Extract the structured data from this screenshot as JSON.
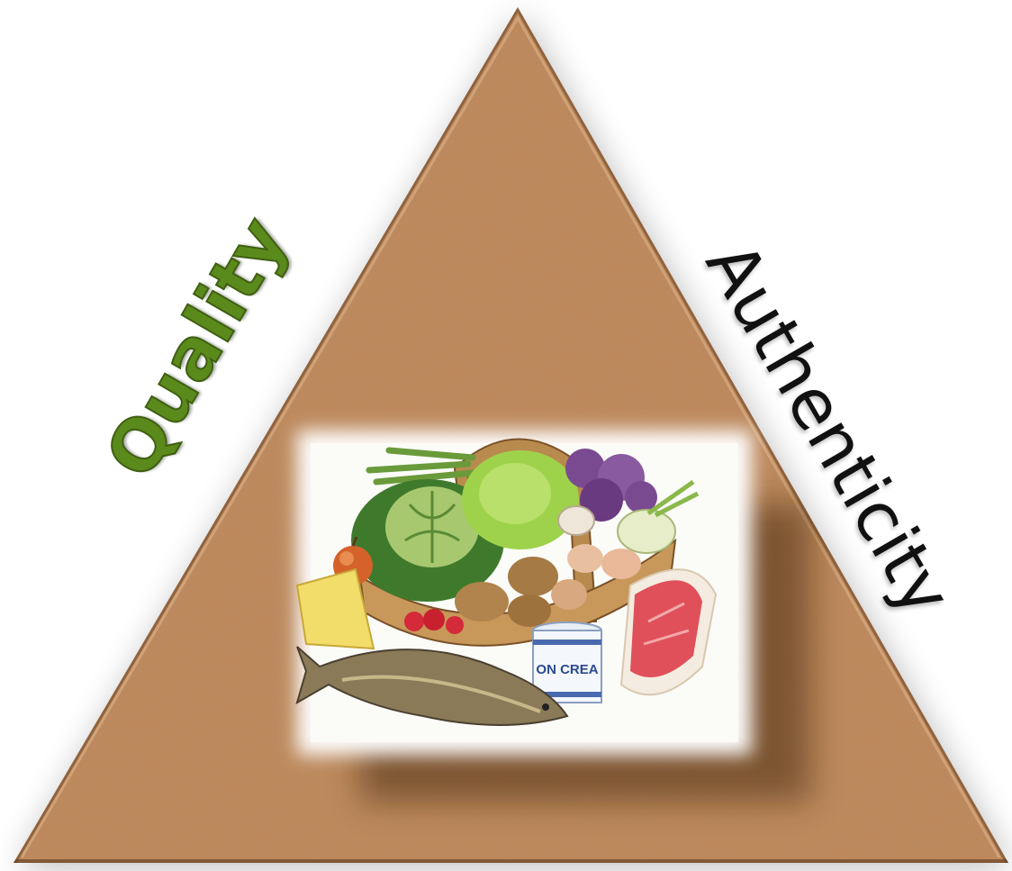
{
  "diagram": {
    "left_side_label": "Quality",
    "right_side_label": "Authenticity",
    "center_image_caption": "ON CREA",
    "center_image_icon": "food-basket-illustration-icon",
    "colors": {
      "cork_base": "#c0875a",
      "cork_light": "#e0b48a",
      "cork_dark": "#8a5a36",
      "left_label": "#5a8a1c",
      "right_label": "#111111"
    }
  }
}
